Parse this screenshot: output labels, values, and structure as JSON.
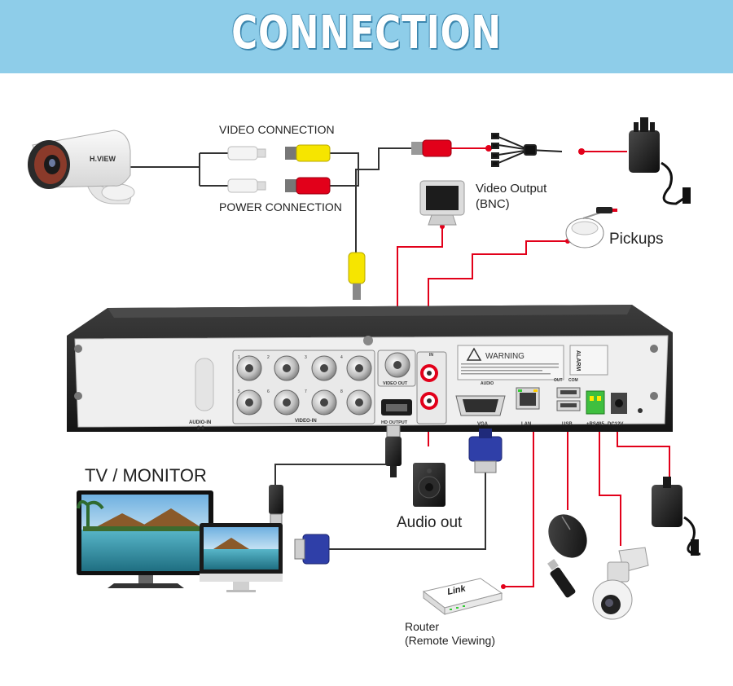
{
  "banner": {
    "title": "CONNECTION",
    "background_color": "#8ecde9",
    "text_color": "#ffffff"
  },
  "labels": {
    "video_connection": "VIDEO CONNECTION",
    "power_connection": "POWER CONNECTION",
    "video_output": "Video Output",
    "video_output_bnc": "(BNC)",
    "pickups": "Pickups",
    "tv_monitor": "TV / MONITOR",
    "audio_out": "Audio out",
    "router": "Router",
    "router_sub": "(Remote Viewing)"
  },
  "camera": {
    "brand": "H.VIEW"
  },
  "dvr": {
    "audio_in": "AUDIO-IN",
    "audio_in_channels": "2-8",
    "video_in": "VIDEO-IN",
    "video_out": "VIDEO OUT",
    "hd_output": "HD OUTPUT",
    "vga": "VGA",
    "lan": "LAN",
    "usb": "USB",
    "rs485": "+RS485",
    "dc12v": "DC12V",
    "audio": "AUDIO",
    "alarm": "ALARM",
    "warning": "WARNING",
    "in": "IN",
    "out": "OUT",
    "com": "COM",
    "channel_numbers": [
      "1",
      "2",
      "3",
      "4",
      "5",
      "6",
      "7",
      "8"
    ]
  },
  "router": {
    "brand": "Link"
  },
  "colors": {
    "connector_line": "#e2001a",
    "signal_line": "#333333",
    "dvr_body": "#2b2b2b",
    "dvr_panel": "#f2f2f2",
    "video_plug": "#f6e500",
    "power_plug": "#e2001a",
    "vga_plug": "#2f3fa8"
  },
  "icons": [
    "bullet-camera-icon",
    "crt-monitor-icon",
    "microphone-pickup-icon",
    "power-adapter-icon",
    "power-splitter-icon",
    "tv-icon",
    "imac-icon",
    "speaker-icon",
    "hdmi-plug-icon",
    "vga-plug-icon",
    "mouse-icon",
    "usb-stick-icon",
    "ptz-dome-camera-icon",
    "router-icon"
  ]
}
